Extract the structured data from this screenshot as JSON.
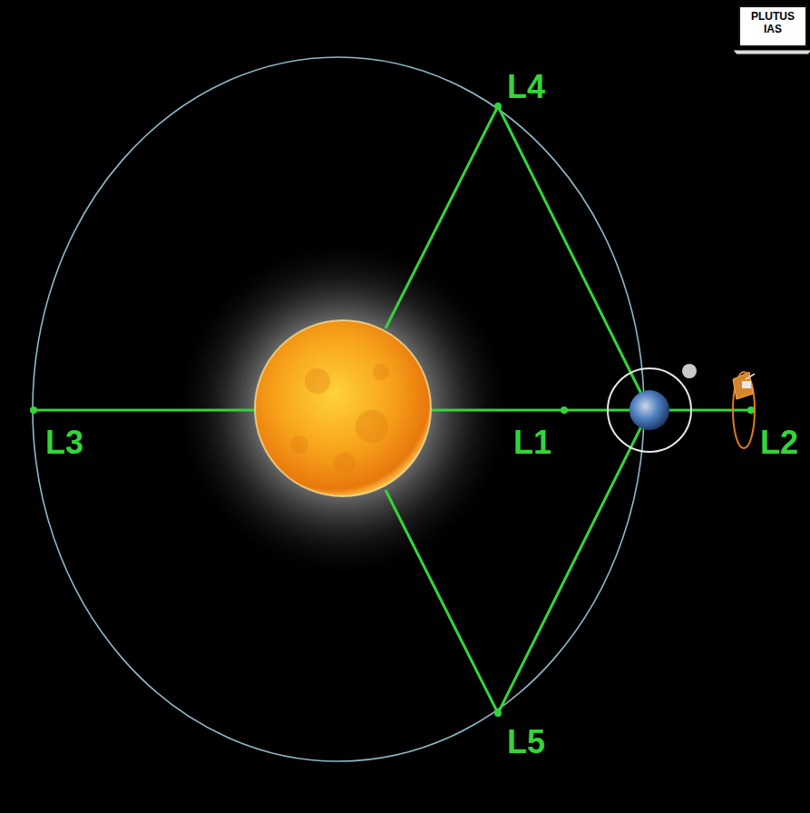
{
  "diagram": {
    "nodes": [
      {
        "text": [
          "PLUTUS IAS"
        ]
      }
    ],
    "labels": [
      "L4",
      "L3",
      "L1",
      "L2",
      "L5"
    ]
  }
}
